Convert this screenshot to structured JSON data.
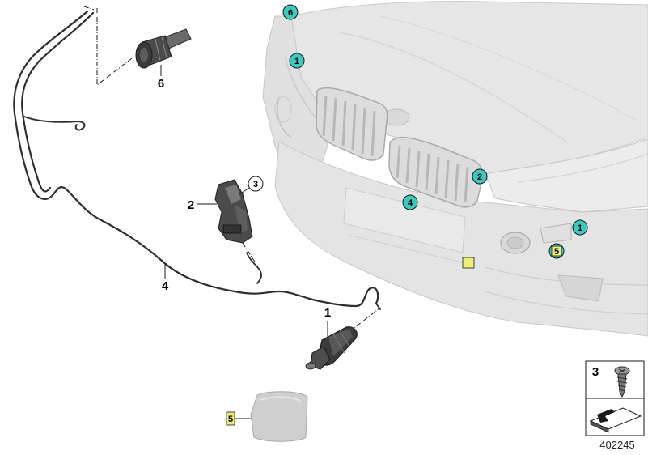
{
  "diagram": {
    "callouts": {
      "part_1": "1",
      "part_2": "2",
      "part_4": "4",
      "part_6": "6",
      "part_3": "3",
      "part_5": "5"
    },
    "car_markers": {
      "m6": "6",
      "m1_left": "1",
      "m2": "2",
      "m4": "4",
      "m1_right": "1",
      "m5": "5"
    },
    "legend": {
      "screw_number": "3"
    },
    "document_number": "402245",
    "colors": {
      "marker_fill": "#3ec9c0",
      "highlight_fill": "#ecec7a",
      "part_dark": "#3a3a3a",
      "car_body": "#e3e3e3"
    }
  }
}
